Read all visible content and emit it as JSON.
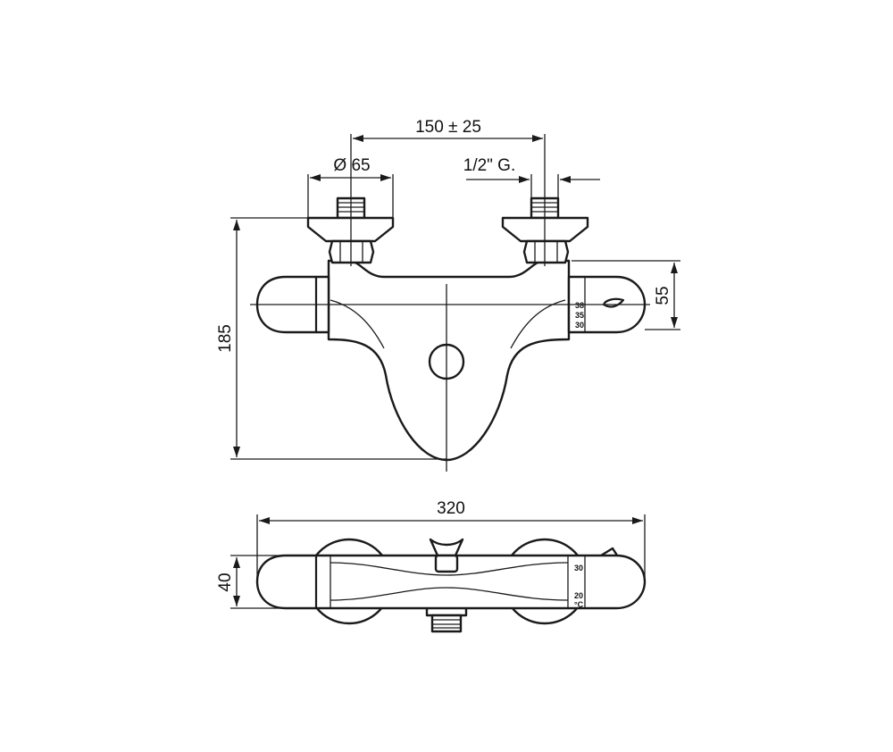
{
  "dimensions": {
    "inlet_spacing": "150 ± 25",
    "flange_diameter": "Ø 65",
    "thread": "1/2\" G.",
    "total_height": "185",
    "body_height": "55",
    "total_width": "320",
    "depth": "40"
  },
  "front_scale": [
    "38",
    "35",
    "30"
  ],
  "top_scale": [
    "30",
    "20",
    "°C"
  ]
}
